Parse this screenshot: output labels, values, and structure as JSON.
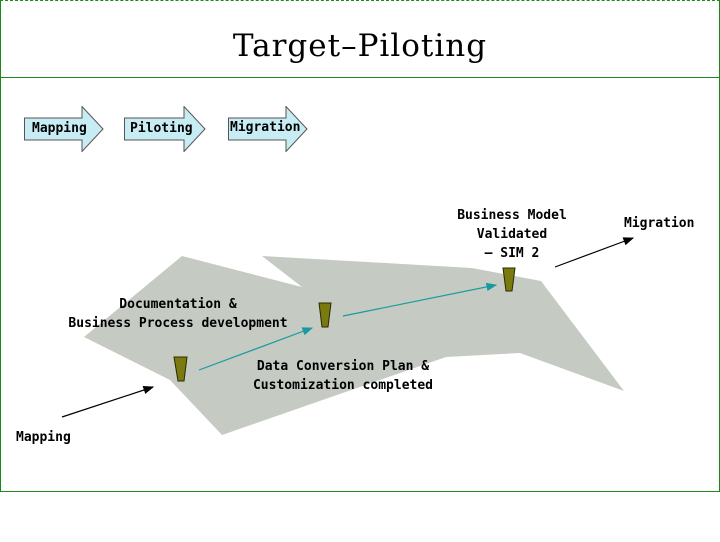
{
  "title": "Target–Piloting",
  "phases": [
    {
      "label": "Mapping"
    },
    {
      "label": "Piloting"
    },
    {
      "label": "Migration"
    }
  ],
  "annotations": {
    "business_model_line1": "Business Model",
    "business_model_line2": "Validated",
    "business_model_line3": "– SIM 2",
    "migration": "Migration",
    "documentation_line1": "Documentation &",
    "documentation_line2": "Business Process development",
    "data_conversion_line1": "Data Conversion Plan &",
    "data_conversion_line2": "Customization completed",
    "mapping": "Mapping"
  },
  "colors": {
    "frame": "#1a8a1a",
    "phase_arrow_fill": "#c8ecf4",
    "terrain": "#c5cac3",
    "marker": "#7a7a10",
    "progress_arrow": "#1a9aa0"
  }
}
